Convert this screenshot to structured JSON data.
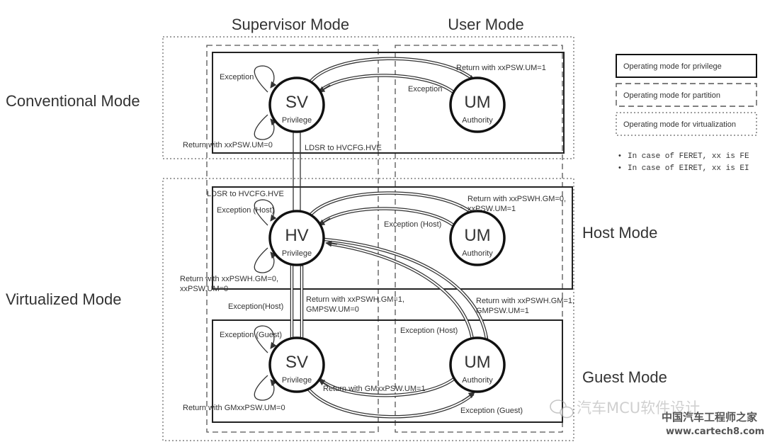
{
  "columns": {
    "supervisor": "Supervisor  Mode",
    "user": "User Mode"
  },
  "rows": {
    "conventional": "Conventional Mode",
    "virtualized": "Virtualized Mode"
  },
  "sub_modes": {
    "host": "Host Mode",
    "guest": "Guest Mode"
  },
  "nodes": {
    "conv_sv": {
      "name": "SV",
      "sub": "Privilege"
    },
    "conv_um": {
      "name": "UM",
      "sub": "Authority"
    },
    "host_hv": {
      "name": "HV",
      "sub": "Privilege"
    },
    "host_um": {
      "name": "UM",
      "sub": "Authority"
    },
    "guest_sv": {
      "name": "SV",
      "sub": "Privilege"
    },
    "guest_um": {
      "name": "UM",
      "sub": "Authority"
    }
  },
  "labels": {
    "conv_exception_self": "Exception",
    "conv_return_um": "Return with xxPSW.UM=1",
    "conv_exception": "Exception",
    "conv_return_self": "Return with xxPSW.UM=0",
    "ldsr_down": "LDSR to HVCFG.HVE",
    "ldsr_up": "LDSR to HVCFG.HVE",
    "host_exception_self": "Exception (Host)",
    "host_return_um_1": "Return with xxPSWH.GM=0,",
    "host_return_um_2": "xxPSW.UM=1",
    "host_exception": "Exception (Host)",
    "host_return_self_1": "Return with xxPSWH.GM=0,",
    "host_return_self_2": "xxPSW.UM=0",
    "exc_host_to_hv": "Exception(Host)",
    "ret_guest_sv_1": "Return with xxPSWH.GM=1,",
    "ret_guest_sv_2": "GMPSW.UM=0",
    "ret_guest_um_1": "Return with xxPSWH.GM=1,",
    "ret_guest_um_2": "GMPSW.UM=1",
    "exc_host_from_um": "Exception (Host)",
    "guest_exception_self": "Exception (Guest)",
    "guest_return_um": "Return with GMxxPSW.UM=1",
    "guest_return_self": "Return with GMxxPSW.UM=0",
    "guest_exception": "Exception (Guest)"
  },
  "legend": {
    "privilege": "Operating mode for privilege",
    "partition": "Operating mode for partition",
    "virtualization": "Operating mode for virtualization"
  },
  "notes": [
    "In case of FERET, xx is FE",
    "In case of EIRET, xx is EI"
  ],
  "watermark": {
    "account": "汽车MCU软件设计",
    "site_name": "中国汽车工程师之家",
    "url": "www.cartech8.com"
  }
}
